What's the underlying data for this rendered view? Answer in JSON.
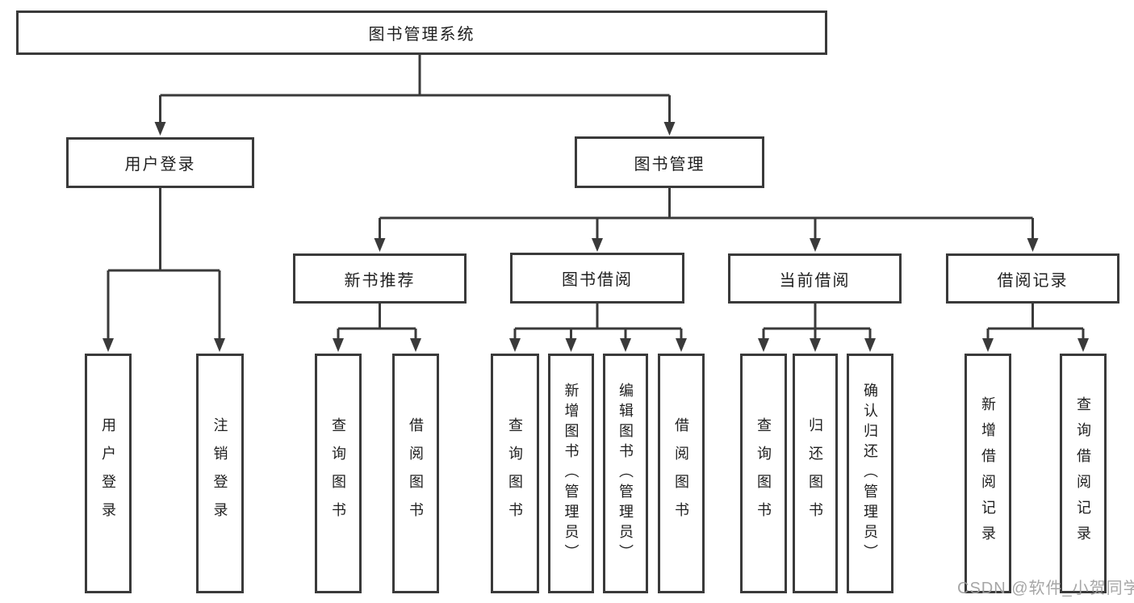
{
  "diagram_type": "tree-structure-chart",
  "nodes": {
    "root": "图书管理系统",
    "user_login": "用户登录",
    "book_management": "图书管理",
    "new_book_recommend": "新书推荐",
    "book_borrowing": "图书借阅",
    "current_borrowing": "当前借阅",
    "borrowing_records": "借阅记录"
  },
  "leaves": {
    "user": [
      "用户登录",
      "注销登录"
    ],
    "recommend": [
      "查询图书",
      "借阅图书"
    ],
    "borrow": [
      "查询图书",
      "新增图书（管理员）",
      "编辑图书（管理员）",
      "借阅图书"
    ],
    "current": [
      "查询图书",
      "归还图书",
      "确认归还（管理员）"
    ],
    "records": [
      "新增借阅记录",
      "查询借阅记录"
    ]
  },
  "watermark": "CSDN @软件_小贺同学",
  "colors": {
    "line": "#3a3a3a",
    "text": "#1f1f1f",
    "box_background": "#ffffff",
    "watermark": "#9e9e9e"
  }
}
